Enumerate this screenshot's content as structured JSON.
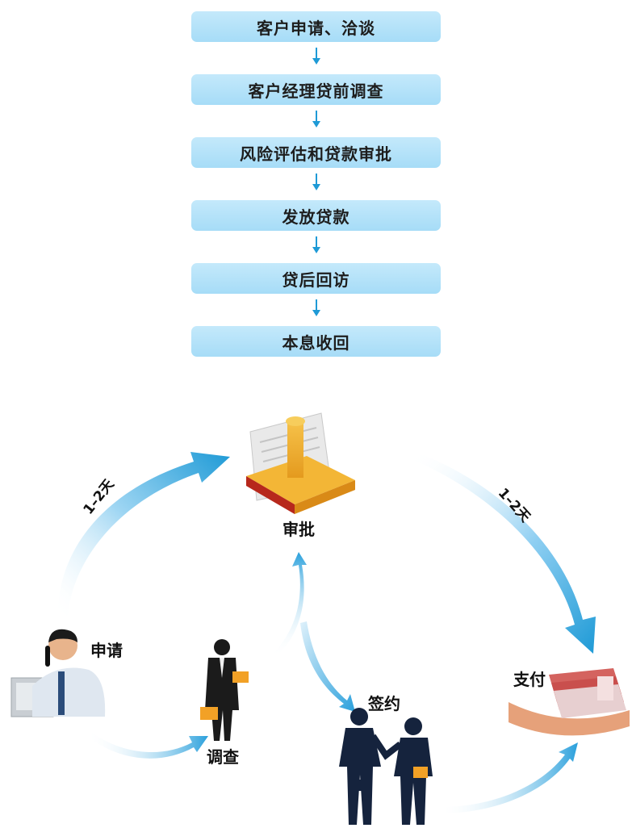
{
  "flow_steps": [
    "客户申请、洽谈",
    "客户经理贷前调查",
    "风险评估和贷款审批",
    "发放贷款",
    "贷后回访",
    "本息收回"
  ],
  "cycle": {
    "approve": "审批",
    "apply": "申请",
    "investigate": "调查",
    "sign": "签约",
    "pay": "支付",
    "duration_left": "1–2天",
    "duration_right": "1–2天"
  },
  "colors": {
    "step_fill": "#b4e2f9",
    "arrow_blue": "#1e9ad6",
    "arc_light": "#d6eefa"
  },
  "icons": [
    "stamp-icon",
    "phone-worker-icon",
    "businessman-icon",
    "handshake-icon",
    "money-hand-icon"
  ]
}
